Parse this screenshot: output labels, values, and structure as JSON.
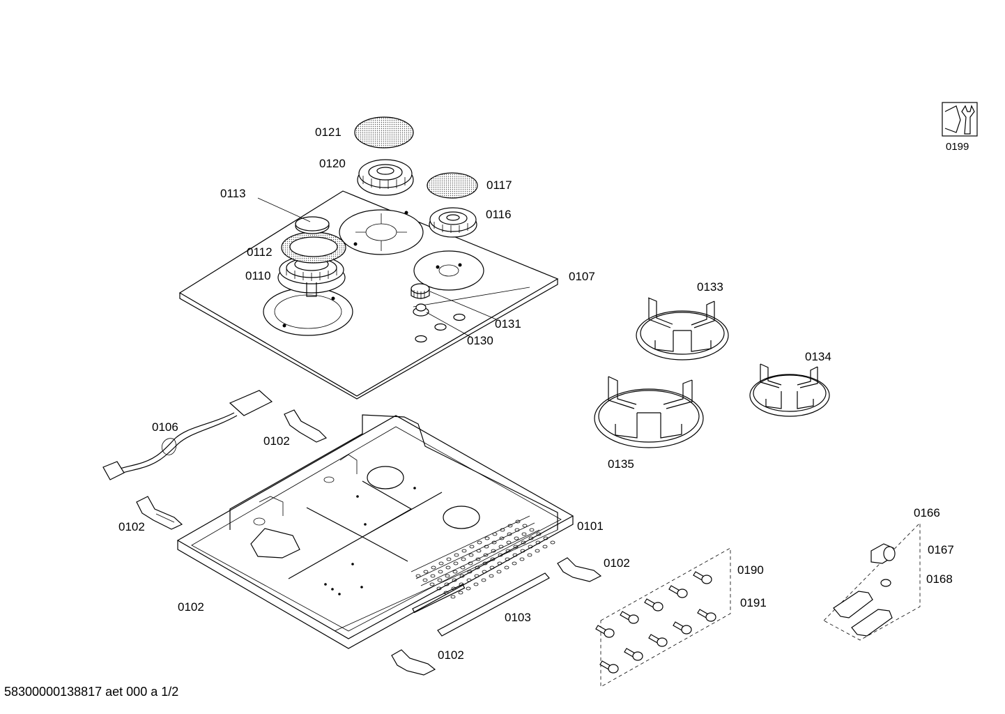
{
  "parts": {
    "p0101": "0101",
    "p0102": "0102",
    "p0103": "0103",
    "p0106": "0106",
    "p0107": "0107",
    "p0110": "0110",
    "p0112": "0112",
    "p0113": "0113",
    "p0116": "0116",
    "p0117": "0117",
    "p0120": "0120",
    "p0121": "0121",
    "p0130": "0130",
    "p0131": "0131",
    "p0133": "0133",
    "p0134": "0134",
    "p0135": "0135",
    "p0166": "0166",
    "p0167": "0167",
    "p0168": "0168",
    "p0190": "0190",
    "p0191": "0191",
    "p0199": "0199"
  },
  "footer": "58300000138817 aet 000 a 1/2"
}
